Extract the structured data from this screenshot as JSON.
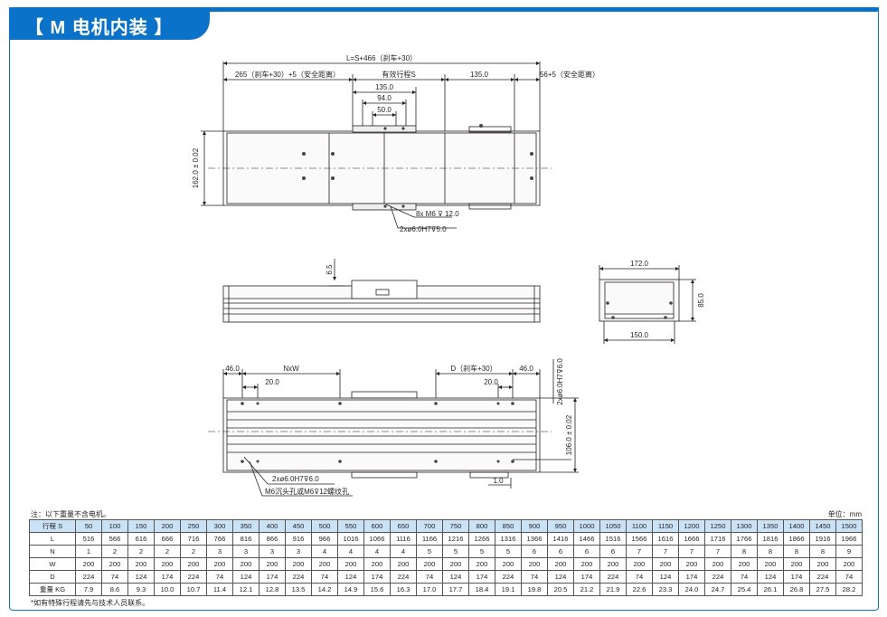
{
  "header": {
    "title": "【 M 电机内装 】"
  },
  "top_view": {
    "dims": {
      "overall": "L=S+466（刹车+30）",
      "left": "265（刹车+30）+5（安全距离）",
      "stroke": "有效行程S",
      "right_block": "135.0",
      "right": "56+5（安全距离）",
      "carriage_135": "135.0",
      "carriage_94": "94.0",
      "carriage_50": "50.0",
      "height": "162.0 ± 0.02",
      "hole_note1": "8x  M6 ⊽ 12.0",
      "hole_note2": "2xø6.0H7⊽5.0"
    }
  },
  "side_view": {
    "dims": {
      "offset": "6.5"
    }
  },
  "end_view": {
    "dims": {
      "width": "172.0",
      "height": "85.0",
      "base": "150.0"
    }
  },
  "bottom_view": {
    "dims": {
      "left_46": "46.0",
      "nxw": "NxW",
      "d": "D（刹车+30）",
      "right_46": "46.0",
      "left_20": "20.0",
      "right_20": "20.0",
      "pin": "2xø6.0H7⊽6.0",
      "height": "106.0 ± 0.02",
      "hole_note1": "2xø6.0H7⊽6.0",
      "hole_note2": "M6沉头孔或M6⊽12螺纹孔",
      "gap": "1.0"
    }
  },
  "notes": {
    "top_left": "注：以下重量不含电机。",
    "top_right": "单位：mm",
    "bottom": "*如有特殊行程请先与技术人员联系。"
  },
  "table": {
    "rows": [
      {
        "label": "行程 S",
        "values": [
          "50",
          "100",
          "150",
          "200",
          "250",
          "300",
          "350",
          "400",
          "450",
          "500",
          "550",
          "600",
          "650",
          "700",
          "750",
          "800",
          "850",
          "900",
          "950",
          "1000",
          "1050",
          "1100",
          "1150",
          "1200",
          "1250",
          "1300",
          "1350",
          "1400",
          "1450",
          "1500"
        ]
      },
      {
        "label": "L",
        "values": [
          "516",
          "566",
          "616",
          "666",
          "716",
          "766",
          "816",
          "866",
          "916",
          "966",
          "1016",
          "1066",
          "1116",
          "1166",
          "1216",
          "1266",
          "1316",
          "1366",
          "1416",
          "1466",
          "1516",
          "1566",
          "1616",
          "1666",
          "1716",
          "1766",
          "1816",
          "1866",
          "1916",
          "1966"
        ]
      },
      {
        "label": "N",
        "values": [
          "1",
          "2",
          "2",
          "2",
          "2",
          "3",
          "3",
          "3",
          "3",
          "4",
          "4",
          "4",
          "4",
          "5",
          "5",
          "5",
          "5",
          "6",
          "6",
          "6",
          "6",
          "7",
          "7",
          "7",
          "7",
          "8",
          "8",
          "8",
          "8",
          "9"
        ]
      },
      {
        "label": "W",
        "values": [
          "200",
          "200",
          "200",
          "200",
          "200",
          "200",
          "200",
          "200",
          "200",
          "200",
          "200",
          "200",
          "200",
          "200",
          "200",
          "200",
          "200",
          "200",
          "200",
          "200",
          "200",
          "200",
          "200",
          "200",
          "200",
          "200",
          "200",
          "200",
          "200",
          "200"
        ]
      },
      {
        "label": "D",
        "values": [
          "224",
          "74",
          "124",
          "174",
          "224",
          "74",
          "124",
          "174",
          "224",
          "74",
          "124",
          "174",
          "224",
          "74",
          "124",
          "174",
          "224",
          "74",
          "124",
          "174",
          "224",
          "74",
          "124",
          "174",
          "224",
          "74",
          "124",
          "174",
          "224",
          "74"
        ]
      },
      {
        "label": "重量 KG",
        "values": [
          "7.9",
          "8.6",
          "9.3",
          "10.0",
          "10.7",
          "11.4",
          "12.1",
          "12.8",
          "13.5",
          "14.2",
          "14.9",
          "15.6",
          "16.3",
          "17.0",
          "17.7",
          "18.4",
          "19.1",
          "19.8",
          "20.5",
          "21.2",
          "21.9",
          "22.6",
          "23.3",
          "24.0",
          "24.7",
          "25.4",
          "26.1",
          "26.8",
          "27.5",
          "28.2"
        ]
      }
    ]
  },
  "colors": {
    "accent": "#0a73c9",
    "table_header": "#c9e2f5"
  }
}
